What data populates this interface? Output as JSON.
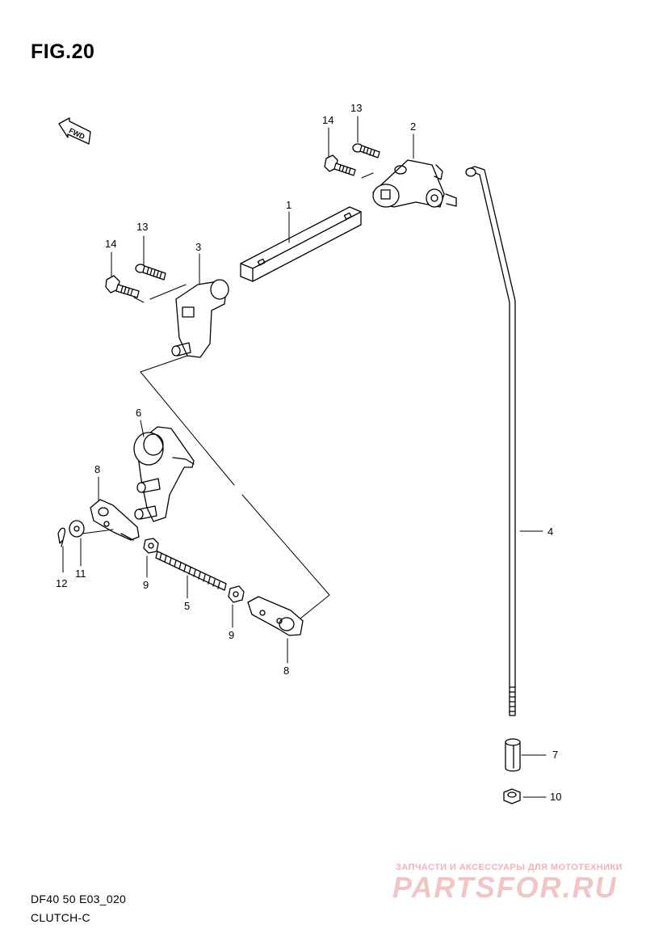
{
  "figure": {
    "title": "FIG.20",
    "orientation_badge": "FWD"
  },
  "callouts": [
    "1",
    "2",
    "3",
    "4",
    "5",
    "6",
    "7",
    "8",
    "8",
    "9",
    "9",
    "10",
    "11",
    "12",
    "13",
    "13",
    "14",
    "14"
  ],
  "footer": {
    "code": "DF40 50 E03_020",
    "name": "CLUTCH-C"
  },
  "watermark": {
    "tagline": "ЗАПЧАСТИ И АКСЕССУАРЫ ДЛЯ МОТОТЕХНИКИ",
    "logo": "PARTSFOR.RU"
  },
  "colors": {
    "line": "#000000",
    "background": "#ffffff",
    "watermark": "#f3c4c4"
  }
}
